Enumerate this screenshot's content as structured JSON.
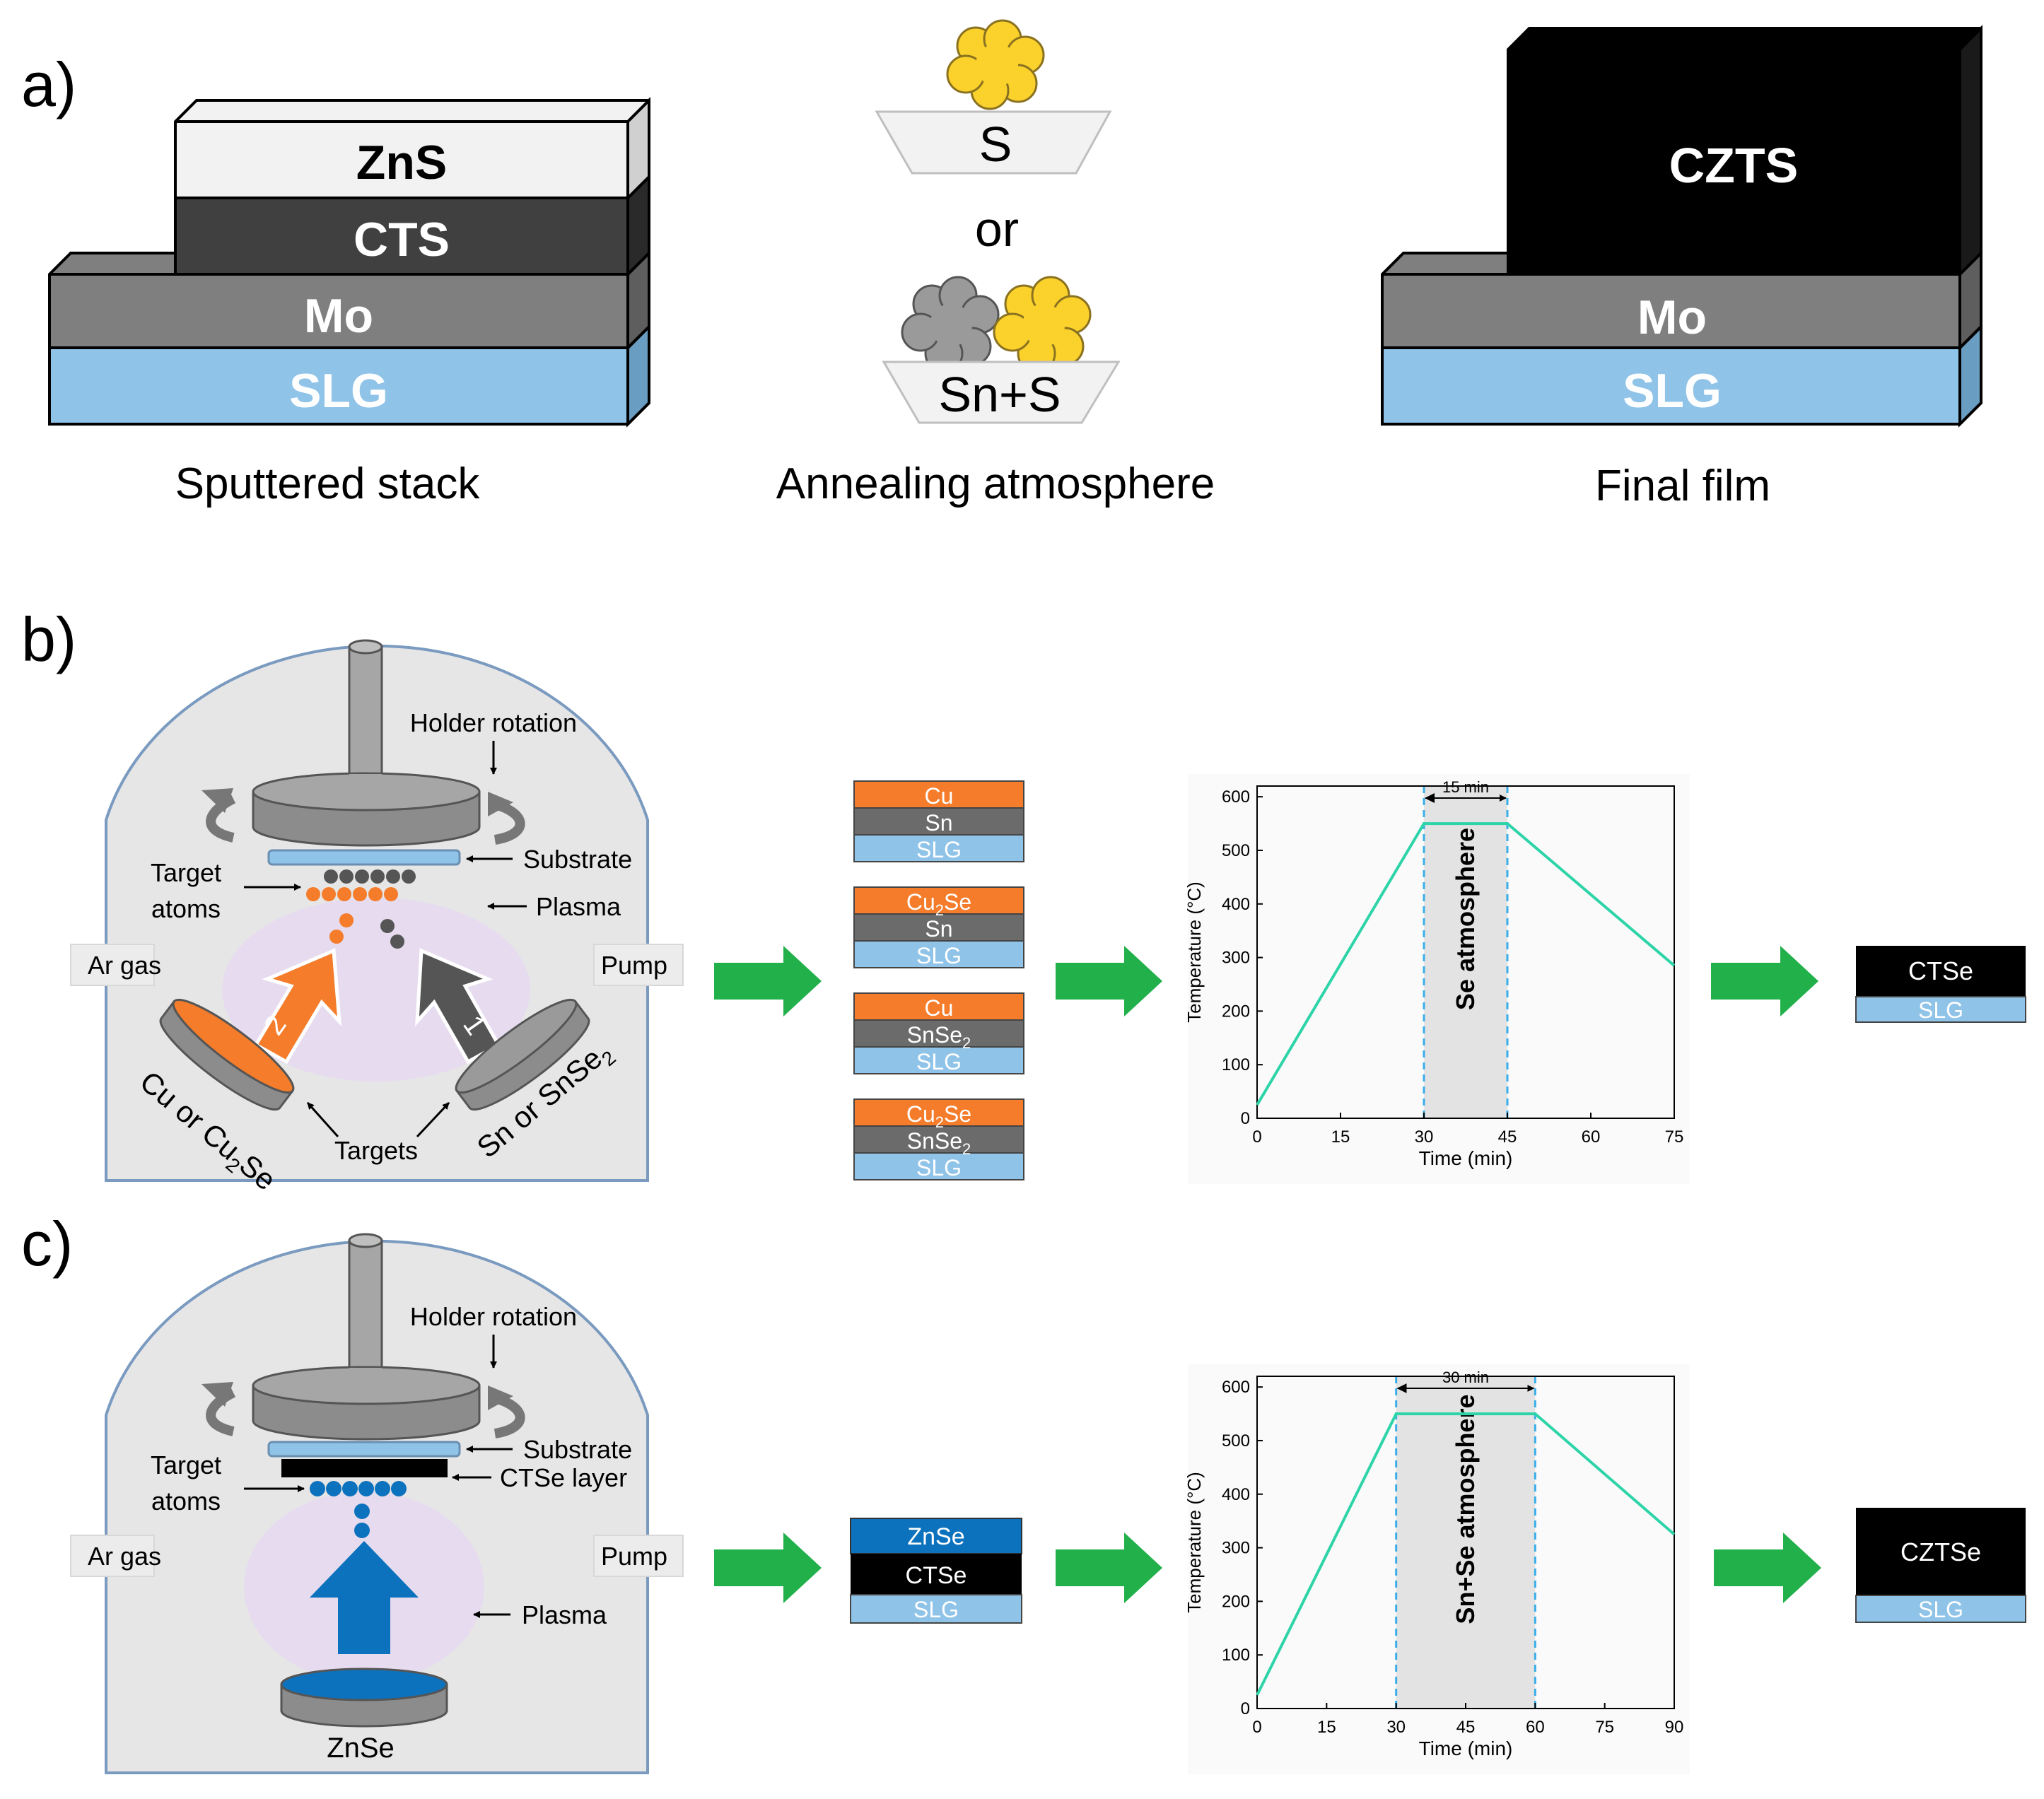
{
  "panel_a": {
    "label": "a)",
    "stack": {
      "layers": [
        "ZnS",
        "CTS",
        "Mo",
        "SLG"
      ],
      "caption": "Sputtered stack"
    },
    "atmosphere": {
      "top_boat": "S",
      "or": "or",
      "bottom_boat": "Sn+S",
      "caption": "Annealing atmosphere"
    },
    "final": {
      "layers": [
        "CZTS",
        "Mo",
        "SLG"
      ],
      "caption": "Final film"
    }
  },
  "panel_b": {
    "label": "b)",
    "chamber": {
      "holder_rotation": "Holder rotation",
      "substrate": "Substrate",
      "target_atoms_line1": "Target",
      "target_atoms_line2": "atoms",
      "plasma": "Plasma",
      "ar_gas": "Ar gas",
      "pump": "Pump",
      "arrow_left_num": "2",
      "arrow_right_num": "1",
      "target_left_main": "Cu or Cu",
      "target_left_sub": "2",
      "target_left_end": "Se",
      "target_right_main": "Sn or SnSe",
      "target_right_sub": "2",
      "targets": "Targets"
    },
    "stacks": [
      {
        "top": "Cu",
        "top_sub": "",
        "top_end": "",
        "mid": "Sn",
        "mid_sub": "",
        "bottom": "SLG"
      },
      {
        "top": "Cu",
        "top_sub": "2",
        "top_end": "Se",
        "mid": "Sn",
        "mid_sub": "",
        "bottom": "SLG"
      },
      {
        "top": "Cu",
        "top_sub": "",
        "top_end": "",
        "mid": "SnSe",
        "mid_sub": "2",
        "bottom": "SLG"
      },
      {
        "top": "Cu",
        "top_sub": "2",
        "top_end": "Se",
        "mid": "SnSe",
        "mid_sub": "2",
        "bottom": "SLG"
      }
    ],
    "result": {
      "top": "CTSe",
      "bottom": "SLG"
    }
  },
  "panel_c": {
    "label": "c)",
    "chamber": {
      "holder_rotation": "Holder rotation",
      "substrate": "Substrate",
      "ctse_layer": "CTSe layer",
      "target_atoms_line1": "Target",
      "target_atoms_line2": "atoms",
      "plasma": "Plasma",
      "ar_gas": "Ar gas",
      "pump": "Pump",
      "target": "ZnSe"
    },
    "stack": {
      "top": "ZnSe",
      "mid": "CTSe",
      "bottom": "SLG"
    },
    "result": {
      "top": "CZTSe",
      "bottom": "SLG"
    }
  },
  "chart_data": [
    {
      "type": "line",
      "xlabel": "Time (min)",
      "ylabel": "Temperature (°C)",
      "x": [
        0,
        30,
        45,
        75
      ],
      "y": [
        25,
        550,
        550,
        285
      ],
      "xticks": [
        0,
        15,
        30,
        45,
        60,
        75
      ],
      "yticks": [
        0,
        100,
        200,
        300,
        400,
        500,
        600
      ],
      "xlim": [
        0,
        75
      ],
      "ylim": [
        0,
        620
      ],
      "shaded_region": [
        30,
        45
      ],
      "shaded_label": "Se atmosphere",
      "duration_label": "15 min",
      "line_color": "#2dd4a8"
    },
    {
      "type": "line",
      "xlabel": "Time (min)",
      "ylabel": "Temperature (°C)",
      "x": [
        0,
        30,
        60,
        90
      ],
      "y": [
        25,
        550,
        550,
        325
      ],
      "xticks": [
        0,
        15,
        30,
        45,
        60,
        75,
        90
      ],
      "yticks": [
        0,
        100,
        200,
        300,
        400,
        500,
        600
      ],
      "xlim": [
        0,
        90
      ],
      "ylim": [
        0,
        620
      ],
      "shaded_region": [
        30,
        60
      ],
      "shaded_label": "Sn+Se atmosphere",
      "duration_label": "30 min",
      "line_color": "#2dd4a8"
    }
  ],
  "colors": {
    "slg": "#8fc3e8",
    "mo": "#7f7f7f",
    "cts": "#404040",
    "zns": "#f2f2f2",
    "cu": "#f47c2a",
    "sn": "#6b6b6b",
    "plasma": "#e7dcef",
    "chamber": "#e6e6e6",
    "znse_blue": "#0d72bd",
    "green_arrow": "#22b04b",
    "sulfur": "#fbd12c"
  }
}
